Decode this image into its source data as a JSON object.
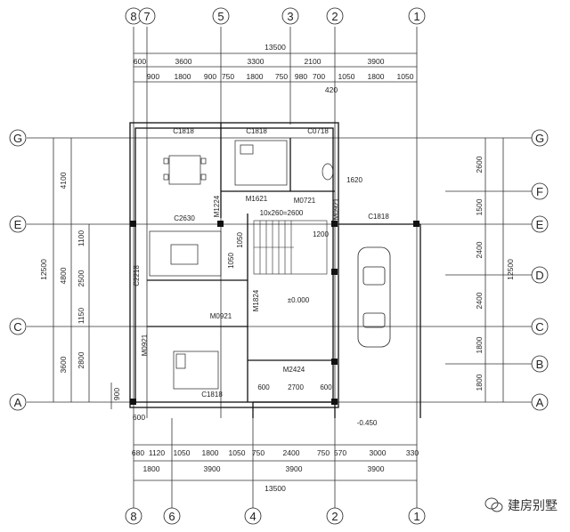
{
  "top_axes": [
    "8",
    "7",
    "5",
    "3",
    "2",
    "1"
  ],
  "bottom_axes": [
    "8",
    "6",
    "4",
    "2",
    "1"
  ],
  "left_axes": [
    "G",
    "E",
    "C",
    "A"
  ],
  "right_axes": [
    "G",
    "F",
    "E",
    "D",
    "C",
    "B",
    "A"
  ],
  "top_overall": "13500",
  "top_row1": [
    "600",
    "3600",
    "3300",
    "2100",
    "3900"
  ],
  "top_row2": [
    "900",
    "1800",
    "900",
    "750",
    "1800",
    "750",
    "980",
    "700",
    "1050",
    "1800",
    "1050"
  ],
  "top_extra": "420",
  "bottom_overall": "13500",
  "bottom_row1": [
    "1800",
    "3900",
    "3900",
    "3900"
  ],
  "bottom_row2": [
    "680",
    "1120",
    "1050",
    "1800",
    "1050",
    "750",
    "2400",
    "750",
    "570",
    "3000",
    "330"
  ],
  "bottom_extra": "600",
  "left_overall": "12500",
  "left_row1": [
    "4100",
    "4800",
    "3600"
  ],
  "left_row2": [
    "1100",
    "2500",
    "1150",
    "2800"
  ],
  "left_extra": "900",
  "right_overall": "12500",
  "right_row1": [
    "2600",
    "1500",
    "2400",
    "2400",
    "1800",
    "1800"
  ],
  "labels": {
    "c1818_top_left": "C1818",
    "c1818_top_mid": "C1818",
    "c0718": "C0718",
    "c2630": "C2630",
    "m1224": "M1224",
    "m1621": "M1621",
    "m0721_a": "M0721",
    "m0721_b": "M0921",
    "stair": "10x260=2600",
    "c1818_right": "C1818",
    "c2218": "C2218",
    "dim1050a": "1050",
    "dim1050b": "1050",
    "dim1200": "1200",
    "dim1620": "1620",
    "m1824": "M1824",
    "zero": "±0.000",
    "m0921_a": "M0921",
    "m0921_b": "M0921",
    "m2424": "M2424",
    "c1818_bottom": "C1818",
    "dim600a": "600",
    "dim2700": "2700",
    "dim600b": "600",
    "elev": "-0.450"
  },
  "watermark": "建房别墅",
  "watermark_icon": "wechat-icon"
}
